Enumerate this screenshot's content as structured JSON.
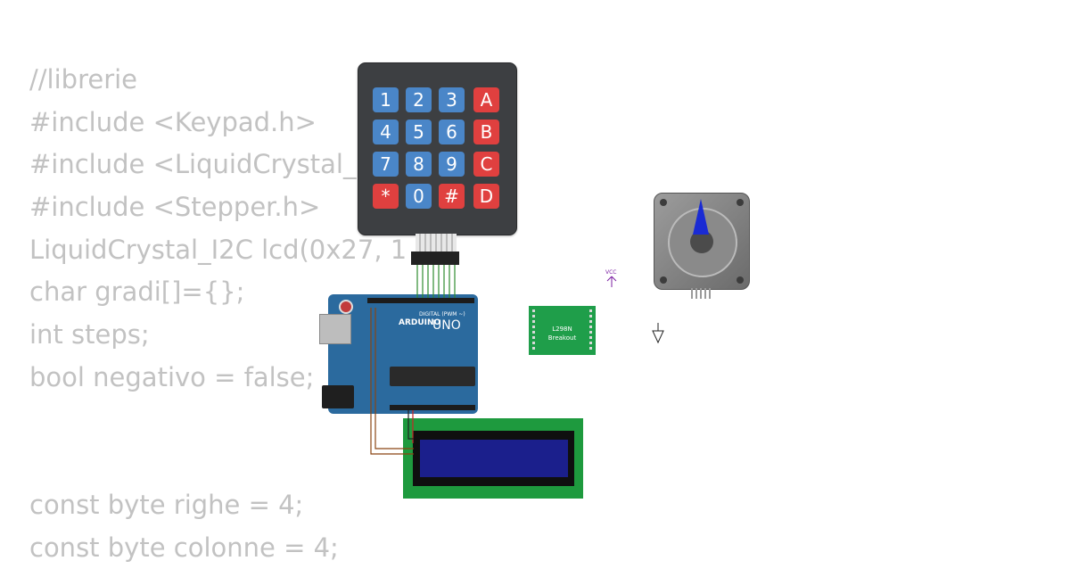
{
  "code_lines": [
    "//librerie",
    "#include <Keypad.h>",
    "#include <LiquidCrystal_",
    "#include <Stepper.h>",
    "LiquidCrystal_I2C lcd(0x27, 1",
    "char gradi[]={};",
    "int steps;",
    "bool negativo = false;",
    "",
    "",
    "const byte righe = 4;",
    "const byte colonne = 4;"
  ],
  "keypad": {
    "keys": [
      {
        "label": "1",
        "color": "blue"
      },
      {
        "label": "2",
        "color": "blue"
      },
      {
        "label": "3",
        "color": "blue"
      },
      {
        "label": "A",
        "color": "red"
      },
      {
        "label": "4",
        "color": "blue"
      },
      {
        "label": "5",
        "color": "blue"
      },
      {
        "label": "6",
        "color": "blue"
      },
      {
        "label": "B",
        "color": "red"
      },
      {
        "label": "7",
        "color": "blue"
      },
      {
        "label": "8",
        "color": "blue"
      },
      {
        "label": "9",
        "color": "blue"
      },
      {
        "label": "C",
        "color": "red"
      },
      {
        "label": "*",
        "color": "red"
      },
      {
        "label": "0",
        "color": "blue"
      },
      {
        "label": "#",
        "color": "red"
      },
      {
        "label": "D",
        "color": "red"
      }
    ]
  },
  "arduino": {
    "brand": "ARDUINO",
    "model": "UNO",
    "digital_label": "DIGITAL (PWM ~)"
  },
  "driver": {
    "line1": "L298N",
    "line2": "Breakout"
  },
  "power": {
    "vcc_label": "VCC"
  },
  "colors": {
    "code_text": "#c2c2c2",
    "wire_green": "#2e8b2e",
    "wire_brown": "#8b4513",
    "board_blue": "#2b6a9e"
  }
}
